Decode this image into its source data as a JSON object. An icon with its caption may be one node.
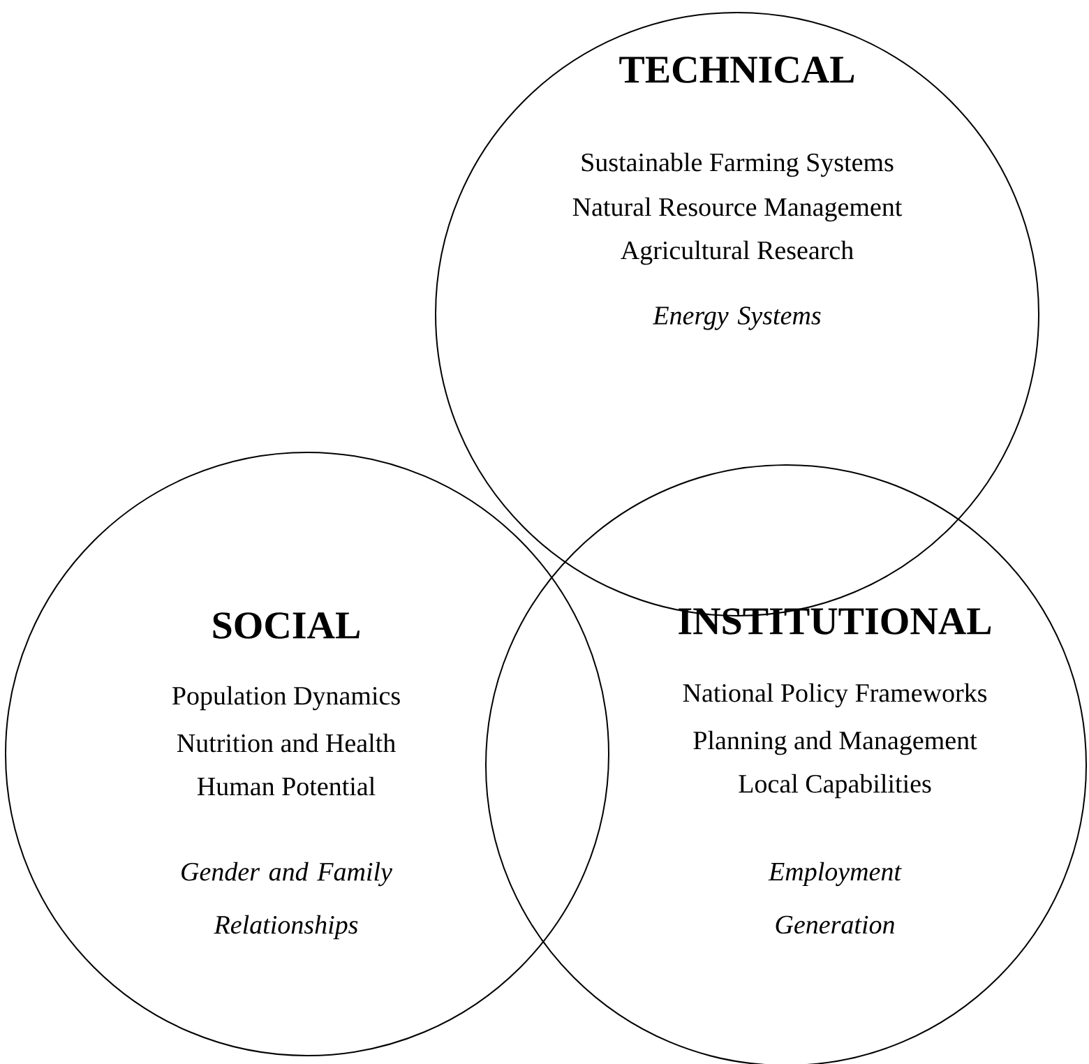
{
  "diagram": {
    "nodes": [
      {
        "text": [
          "TECHNICAL",
          "Sustainable Farming Systems",
          "Natural Resource Management",
          "Agricultural Research",
          "Energy Systems"
        ]
      },
      {
        "text": [
          "SOCIAL",
          "Population Dynamics",
          "Nutrition and Health",
          "Human Potential",
          "Gender and Family Relationships"
        ]
      },
      {
        "text": [
          "INSTITUTIONAL",
          "National Policy Frameworks",
          "Planning and Management",
          "Local Capabilities",
          "Employment Generation"
        ]
      }
    ]
  }
}
